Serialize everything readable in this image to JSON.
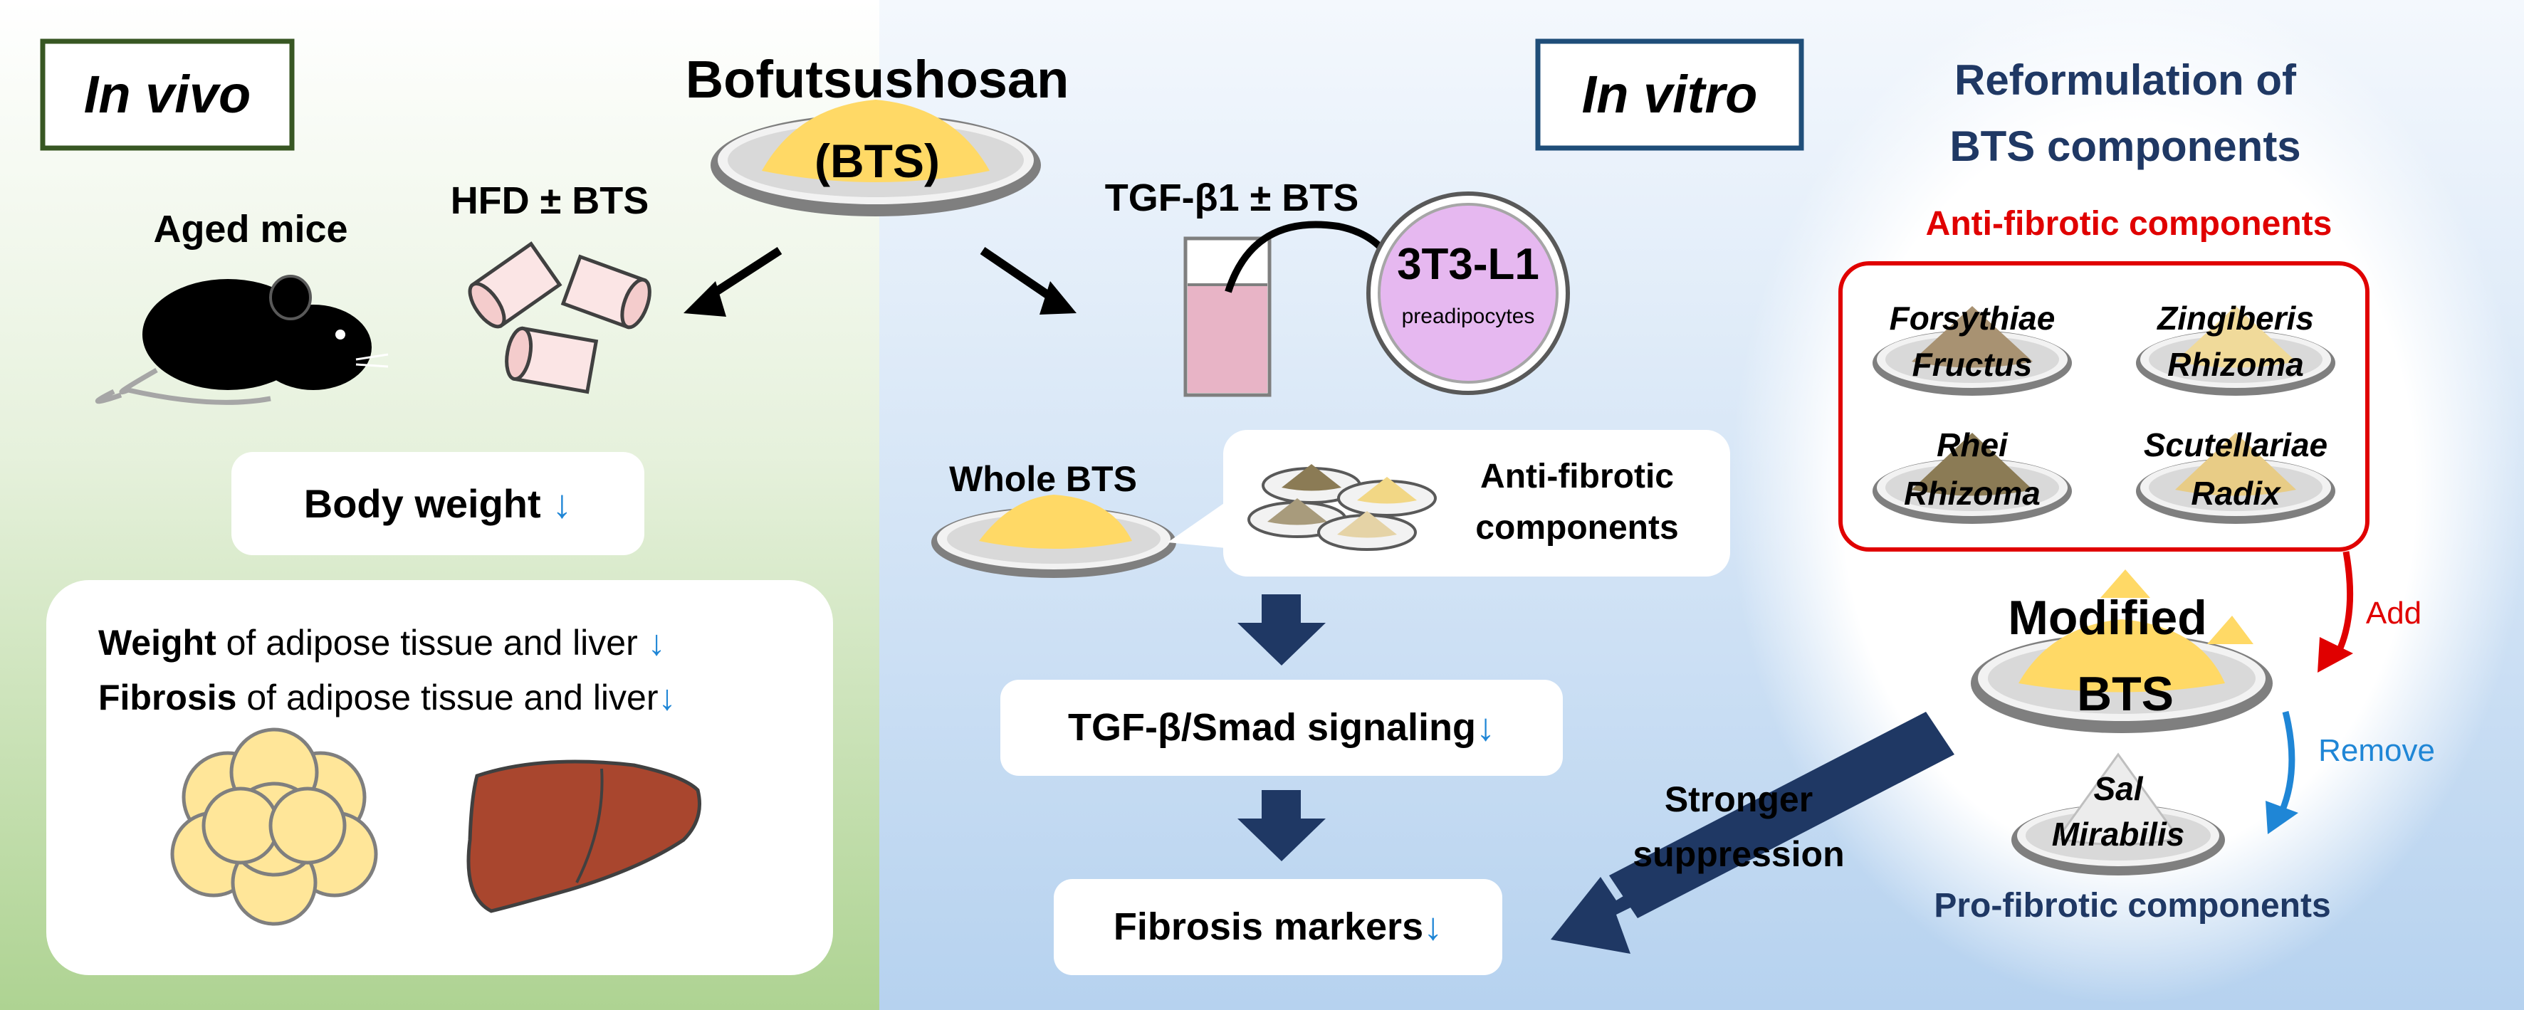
{
  "in_vivo": {
    "title": "In vivo",
    "aged_mice": "Aged mice",
    "diet": "HFD ± BTS",
    "body_weight": "Body weight",
    "weight_line_bold": "Weight",
    "weight_line_rest": " of adipose tissue and liver",
    "fibrosis_line_bold": "Fibrosis",
    "fibrosis_line_rest": " of adipose tissue and liver",
    "down_arrow": "↓"
  },
  "bts": {
    "name": "Bofutsushosan",
    "abbrev": "(BTS)"
  },
  "in_vitro": {
    "title": "In vitro",
    "treatment": "TGF-β1 ± BTS",
    "cell_line": "3T3-L1",
    "cell_type": "preadipocytes",
    "whole_bts": "Whole BTS",
    "anti_fibrotic_line1": "Anti-fibrotic",
    "anti_fibrotic_line2": "components",
    "signaling": "TGF-β/Smad signaling",
    "markers": "Fibrosis markers",
    "down_arrow": "↓"
  },
  "reformulation": {
    "title_line1": "Reformulation of",
    "title_line2": "BTS components",
    "anti_fibrotic_header": "Anti-fibrotic components",
    "herbs": [
      {
        "line1": "Forsythiae",
        "line2": "Fructus"
      },
      {
        "line1": "Zingiberis",
        "line2": "Rhizoma"
      },
      {
        "line1": "Rhei",
        "line2": "Rhizoma"
      },
      {
        "line1": "Scutellariae",
        "line2": "Radix"
      }
    ],
    "add_label": "Add",
    "modified_line1": "Modified",
    "modified_line2": "BTS",
    "remove_label": "Remove",
    "sal_line1": "Sal",
    "sal_line2": "Mirabilis",
    "pro_fibrotic_header": "Pro-fibrotic components",
    "stronger_line1": "Stronger",
    "stronger_line2": "suppression"
  },
  "colors": {
    "in_vivo_frame": "#385723",
    "in_vitro_frame": "#1f4e79",
    "navy_text": "#1f3864",
    "red": "#e00000",
    "blue_arrow": "#1f86d6",
    "navy_arrow": "#1f3864",
    "powder": "#ffd966",
    "adipose": "#ffe699",
    "liver": "#a9462e",
    "solution": "#e8b4c6",
    "cell": "#e6b8f0"
  }
}
